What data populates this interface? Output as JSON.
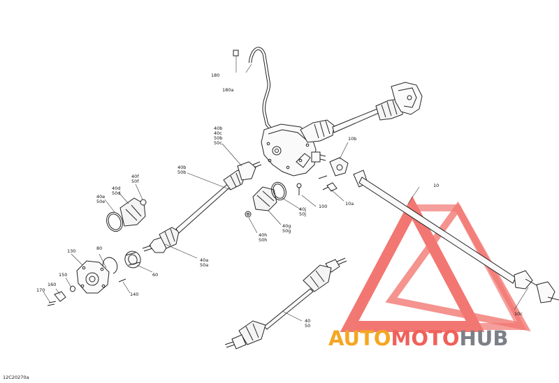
{
  "diagram": {
    "reference_code": "12C20270a",
    "callouts": {
      "c10": "10",
      "c10a": "10a",
      "c10b": "10b",
      "c10c": "10c",
      "c40": "40",
      "c50": "50",
      "c40a": "40a",
      "c50a": "50a",
      "c40b_1": "40b",
      "c40c": "40c",
      "c50b_1": "50b",
      "c50c": "50c",
      "c40b_2": "40b",
      "c50b_2": "50b",
      "c40d": "40d",
      "c50d": "50d",
      "c40e": "40e",
      "c50e": "50e",
      "c40f": "40f",
      "c50f": "50f",
      "c40g": "40g",
      "c50g": "50g",
      "c40h": "40h",
      "c50h": "50h",
      "c40j": "40j",
      "c50j": "50j",
      "c60": "60",
      "c80": "80",
      "c130": "130",
      "c140": "140",
      "c150": "150",
      "c160": "160",
      "c170": "170",
      "c180": "180",
      "c180a": "180a",
      "c100": "100"
    }
  },
  "watermark": {
    "part1": "AUTO",
    "part2": "MOTO",
    "part3": "HUB",
    "colors": {
      "auto": "#f5a623",
      "moto": "#f0605a",
      "hub": "#7b8088",
      "triangle": "#f0605a"
    }
  }
}
